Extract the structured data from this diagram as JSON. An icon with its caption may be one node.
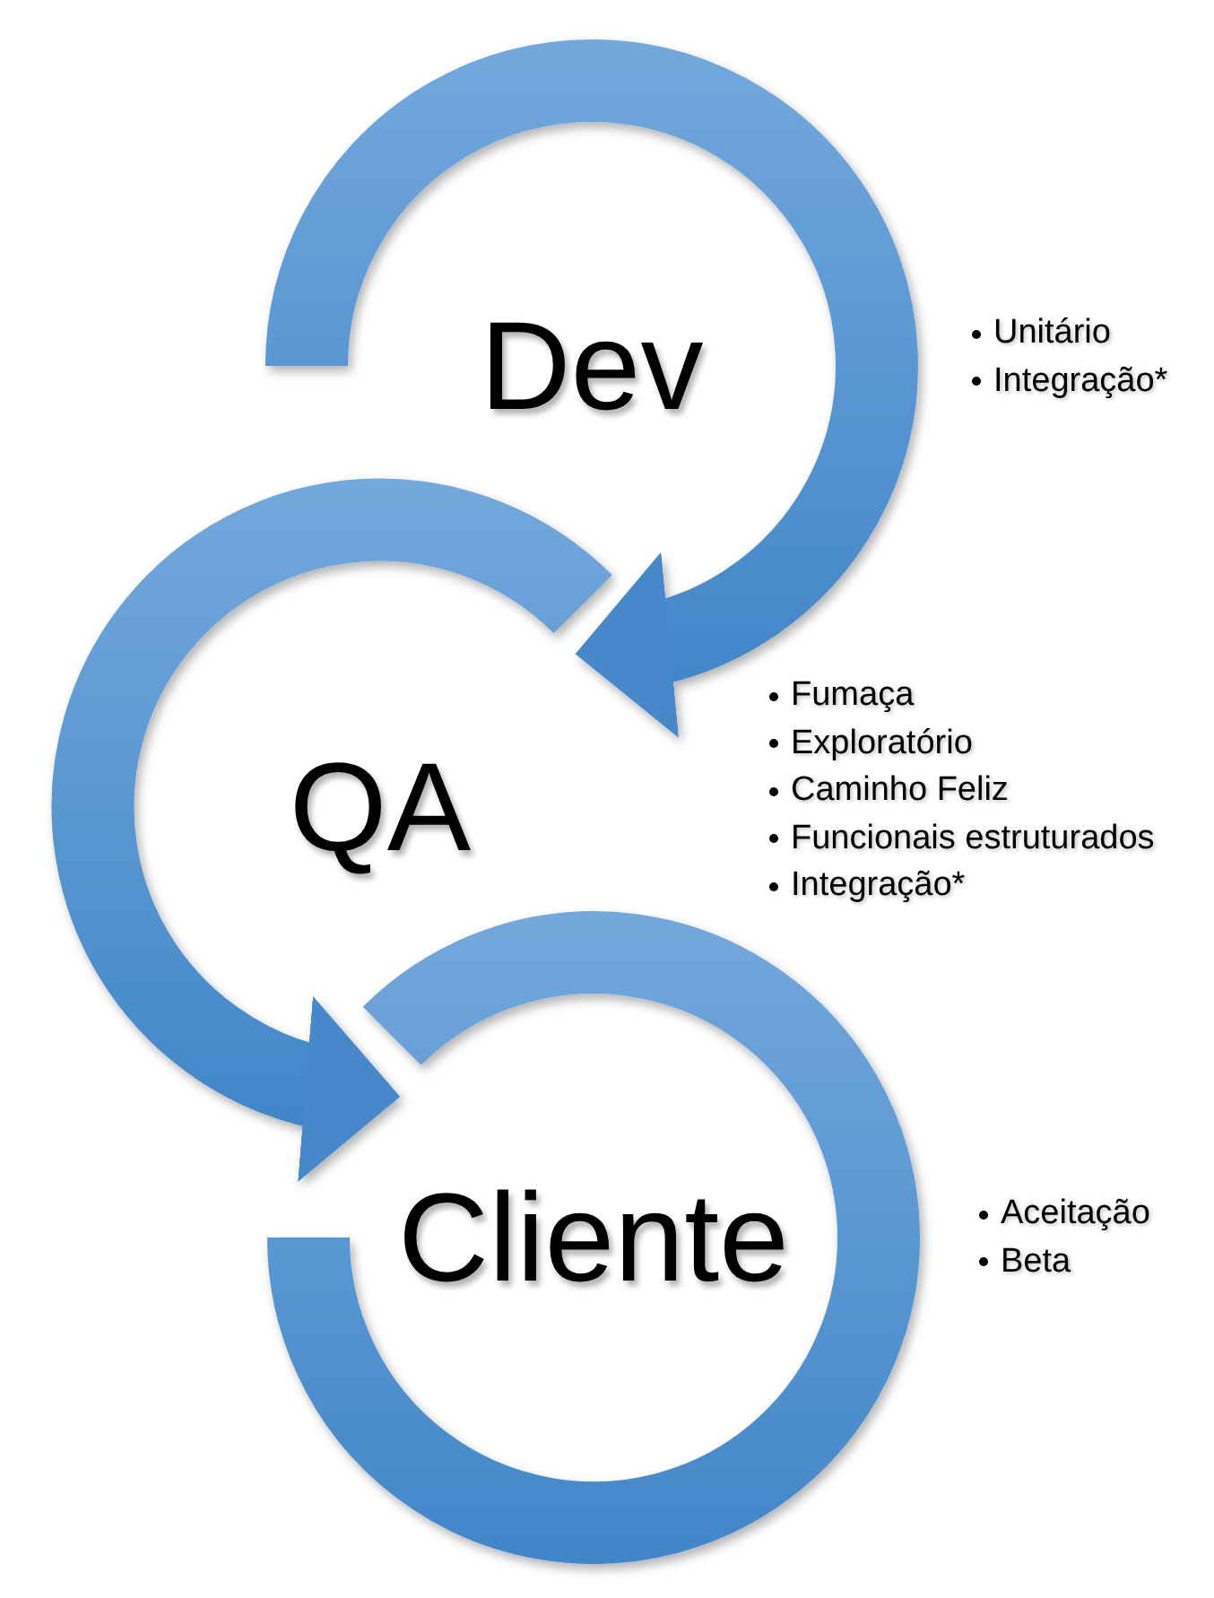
{
  "diagram": {
    "nodes": [
      {
        "text": [
          "Dev"
        ],
        "beside": [
          "Unitário",
          "Integração*"
        ]
      },
      {
        "text": [
          "QA"
        ],
        "beside": [
          "Fumaça",
          "Exploratório",
          "Caminho Feliz",
          "Funcionais estruturados",
          "Integração*"
        ]
      },
      {
        "text": [
          "Cliente"
        ],
        "beside": [
          "Aceitação",
          "Beta"
        ]
      }
    ],
    "edges": [
      {
        "from": 0,
        "to": 1,
        "arrow": "to"
      },
      {
        "from": 1,
        "to": 2,
        "arrow": "to"
      }
    ]
  }
}
